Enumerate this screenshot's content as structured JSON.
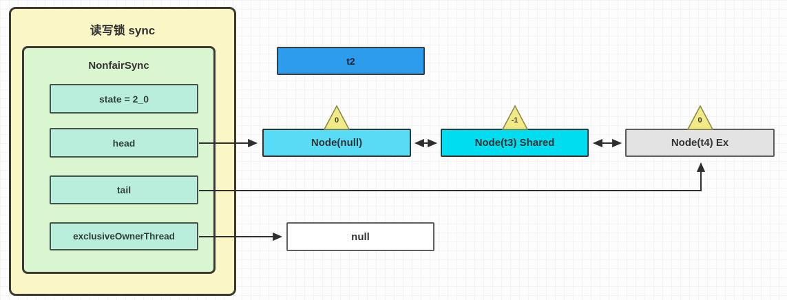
{
  "stage": {
    "sync_box": {
      "title": "读写锁 sync",
      "nonfair_sync": {
        "title": "NonfairSync",
        "fields": [
          {
            "label": "state = 2_0"
          },
          {
            "label": "head"
          },
          {
            "label": "tail"
          },
          {
            "label": "exclusiveOwnerThread"
          }
        ]
      }
    },
    "thread_box": {
      "label": "t2"
    },
    "queue_nodes": [
      {
        "label": "Node(null)",
        "wait_status": "0"
      },
      {
        "label": "Node(t3) Shared",
        "wait_status": "-1"
      },
      {
        "label": "Node(t4) Ex",
        "wait_status": "0"
      }
    ],
    "null_box": {
      "label": "null"
    },
    "colors": {
      "outer_fill": "#faf6c6",
      "inner_fill": "#d9f6d0",
      "field_fill": "#b9eedd",
      "thread_fill": "#2d9ced",
      "node_head_fill": "#58dcf5",
      "node_shared_fill": "#00dcf0",
      "node_ex_fill": "#e3e3e3",
      "triangle_fill": "#f1ea86",
      "arrow_color": "#2e2e2e"
    }
  }
}
